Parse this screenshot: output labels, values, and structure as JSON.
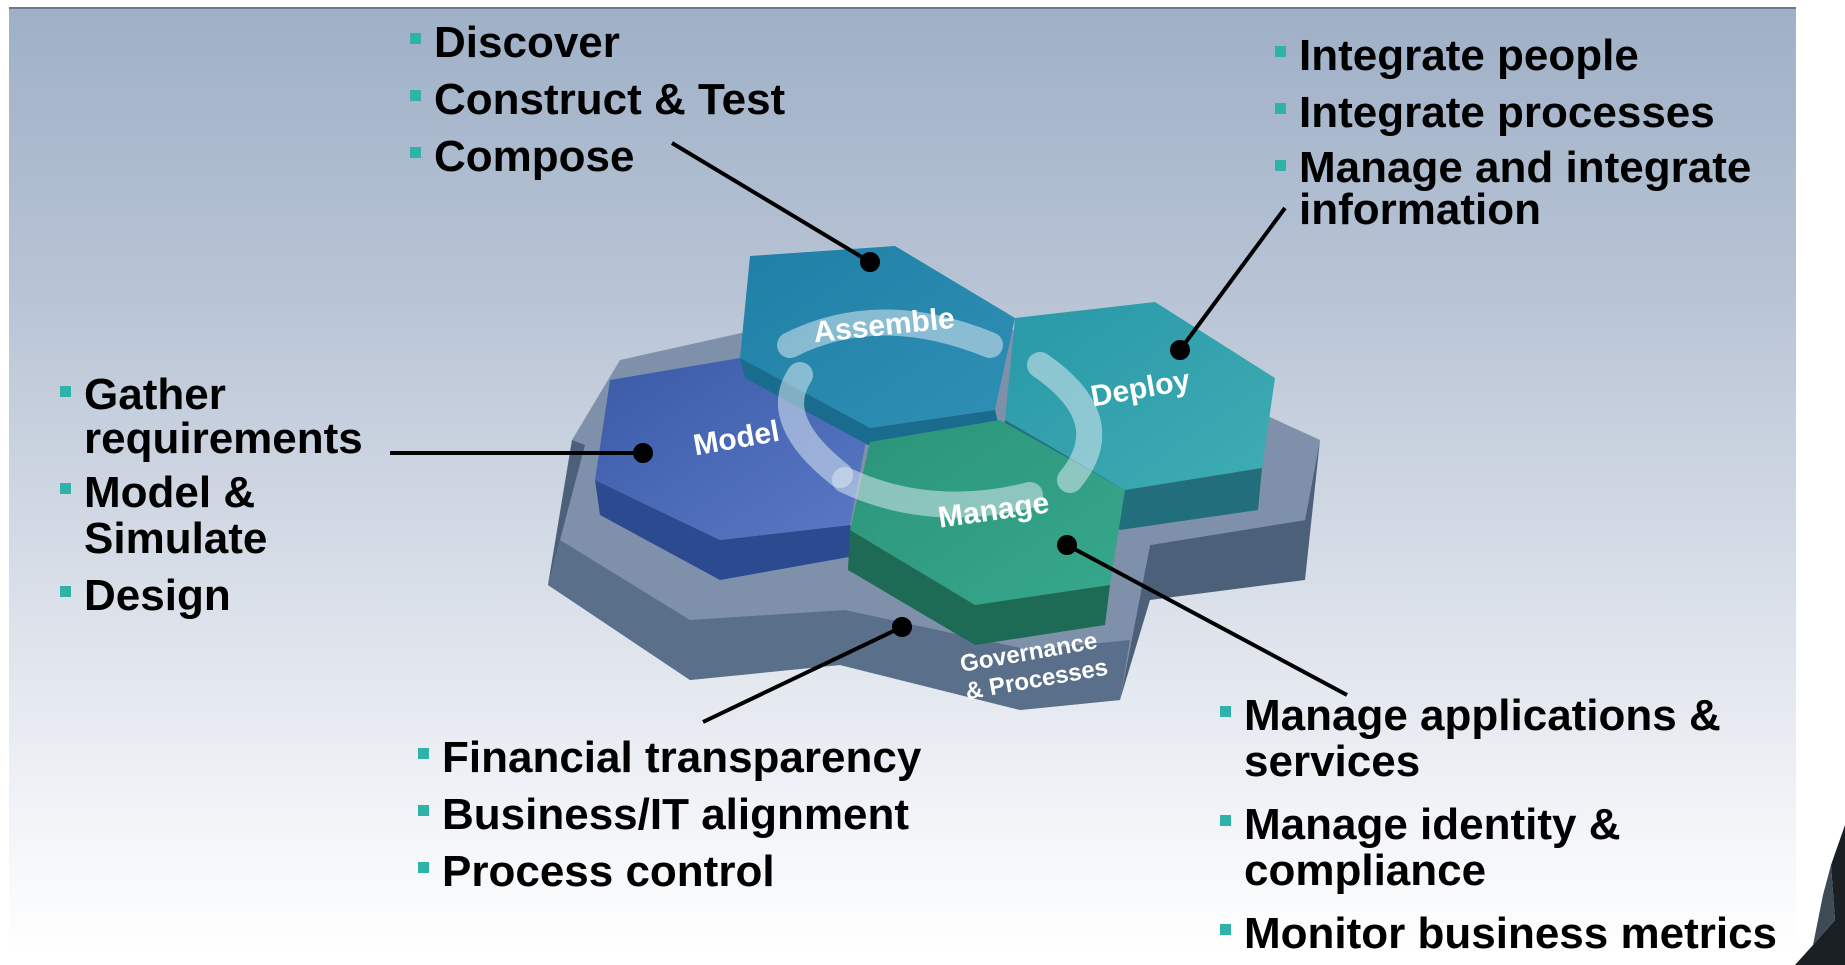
{
  "diagram": {
    "hexagons": [
      {
        "id": "assemble",
        "label": "Assemble",
        "color": "#2a88ad"
      },
      {
        "id": "deploy",
        "label": "Deploy",
        "color": "#35a3ad"
      },
      {
        "id": "model",
        "label": "Model",
        "color": "#4a68b5"
      },
      {
        "id": "manage",
        "label": "Manage",
        "color": "#2f9a82"
      }
    ],
    "base_label_line1": "Governance",
    "base_label_line2": "& Processes"
  },
  "groups": {
    "assemble": {
      "items": [
        {
          "text": "Discover"
        },
        {
          "text": "Construct & Test"
        },
        {
          "text": "Compose"
        }
      ]
    },
    "deploy": {
      "items": [
        {
          "text": "Integrate people"
        },
        {
          "text": "Integrate processes"
        },
        {
          "text": "Manage and integrate information"
        }
      ]
    },
    "model": {
      "items": [
        {
          "text": "Gather requirements"
        },
        {
          "text": "Model & Simulate"
        },
        {
          "text": "Design"
        }
      ]
    },
    "governance": {
      "items": [
        {
          "text": "Financial transparency"
        },
        {
          "text": "Business/IT alignment"
        },
        {
          "text": "Process control"
        }
      ]
    },
    "manage": {
      "items": [
        {
          "text": "Manage applications & services"
        },
        {
          "text": "Manage identity & compliance"
        },
        {
          "text": "Monitor business metrics"
        }
      ]
    }
  },
  "colors": {
    "bullet": "#2fb3a8",
    "slate_top": "#8294ac",
    "slate_side": "#5a6f8a"
  }
}
